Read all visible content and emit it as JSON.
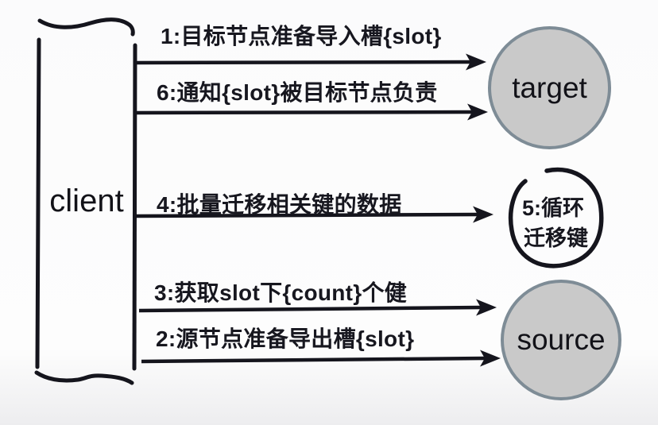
{
  "diagram": {
    "title_implicit": "",
    "client_label": "client",
    "nodes": [
      {
        "id": "target",
        "label": "target"
      },
      {
        "id": "source",
        "label": "source"
      }
    ],
    "loop_annotation": {
      "line1": "5:循环",
      "line2": "迁移键"
    },
    "messages": [
      {
        "step": "1",
        "label": "1:目标节点准备导入槽{slot}",
        "to": "target"
      },
      {
        "step": "6",
        "label": "6:通知{slot}被目标节点负责",
        "to": "target"
      },
      {
        "step": "4",
        "label": "4:批量迁移相关键的数据",
        "to": "loop"
      },
      {
        "step": "3",
        "label": "3:获取slot下{count}个健",
        "to": "source"
      },
      {
        "step": "2",
        "label": "2:源节点准备导出槽{slot}",
        "to": "source"
      }
    ],
    "colors": {
      "ink": "#15151d",
      "node_fill": "#c9c9c9",
      "node_border": "#7e8c96",
      "text": "#17171f",
      "background": "#fcfcfd"
    }
  }
}
